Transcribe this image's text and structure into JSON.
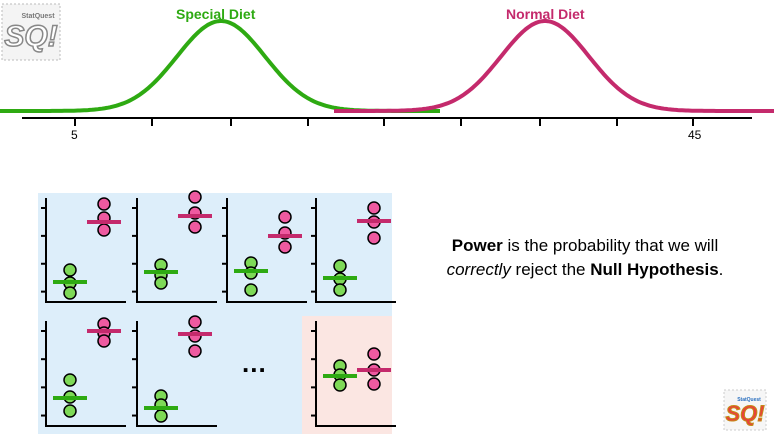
{
  "distributions": {
    "special": {
      "label": "Special Diet",
      "color": "#2eaa12"
    },
    "normal": {
      "label": "Normal Diet",
      "color": "#c42a6c"
    }
  },
  "axis": {
    "tick_labels": [
      "5",
      "45"
    ]
  },
  "panels": {
    "background_default": "#ddeefa",
    "background_fail": "#fbe6e2",
    "green": "#7ed957",
    "pink": "#ee5aa0",
    "ellipsis": "..."
  },
  "explanation": {
    "power_word": "Power",
    "part1": " is the probability that we will ",
    "correctly_word": "correctly",
    "part2": " reject the ",
    "null_hypothesis": "Null Hypothesis",
    "end": "."
  },
  "logo": {
    "text": "SQ!",
    "small_text": "StatQuest"
  }
}
